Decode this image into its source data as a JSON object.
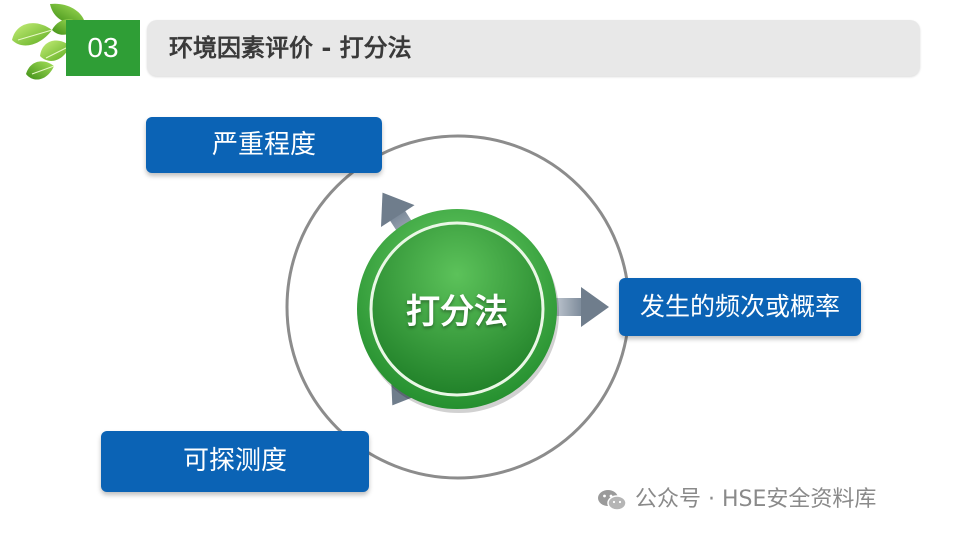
{
  "header": {
    "section_number": "03",
    "title": "环境因素评价 - 打分法"
  },
  "diagram": {
    "center": "打分法",
    "factors": [
      "严重程度",
      "发生的频次或概率",
      "可探测度"
    ]
  },
  "watermark": {
    "text": "公众号 · HSE安全资料库",
    "icon": "wechat-icon"
  },
  "colors": {
    "accent_green": "#2f9e36",
    "box_blue": "#0b63b5",
    "title_bar": "#e8e8e8"
  }
}
